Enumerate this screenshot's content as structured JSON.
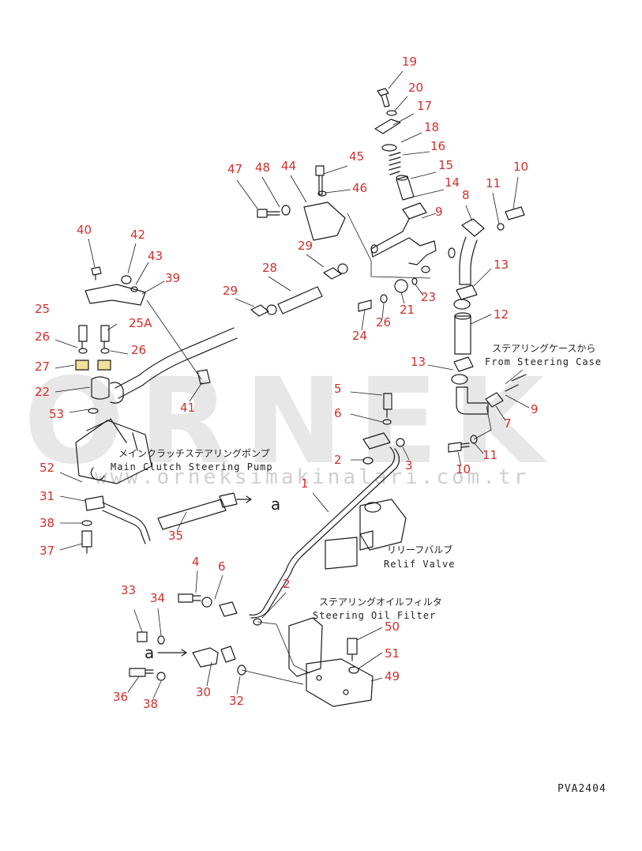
{
  "drawing_code": "PVA2404",
  "watermark": {
    "brand": "ORNEK",
    "url": "www.orneksimakinalari.com.tr"
  },
  "annotations": {
    "steering_case_jp": "ステアリングケースから",
    "steering_case_en": "From Steering Case",
    "pump_jp": "メインクラッチステアリングポンプ",
    "pump_en": "Main Clutch Steering Pump",
    "relief_jp": "リリーフバルブ",
    "relief_en": "Relif Valve",
    "filter_jp": "ステアリングオイルフィルタ",
    "filter_en": "Steering Oil Filter"
  },
  "connection_letter": "a",
  "callouts": [
    "19",
    "20",
    "17",
    "18",
    "16",
    "15",
    "14",
    "9",
    "8",
    "11",
    "10",
    "45",
    "46",
    "44",
    "48",
    "47",
    "29",
    "28",
    "29",
    "13",
    "12",
    "13",
    "23",
    "21",
    "26",
    "24",
    "40",
    "42",
    "43",
    "39",
    "25A",
    "25",
    "26",
    "26",
    "27",
    "22",
    "41",
    "53",
    "5",
    "6",
    "2",
    "3",
    "9",
    "7",
    "11",
    "10",
    "52",
    "31",
    "38",
    "37",
    "35",
    "1",
    "4",
    "6",
    "2",
    "33",
    "34",
    "36",
    "38",
    "30",
    "32",
    "50",
    "51",
    "49"
  ],
  "colors": {
    "callout": "#d0302c",
    "line": "#1a1a1a",
    "watermark": "#b9b9b9",
    "highlight": "#f3e09a"
  }
}
